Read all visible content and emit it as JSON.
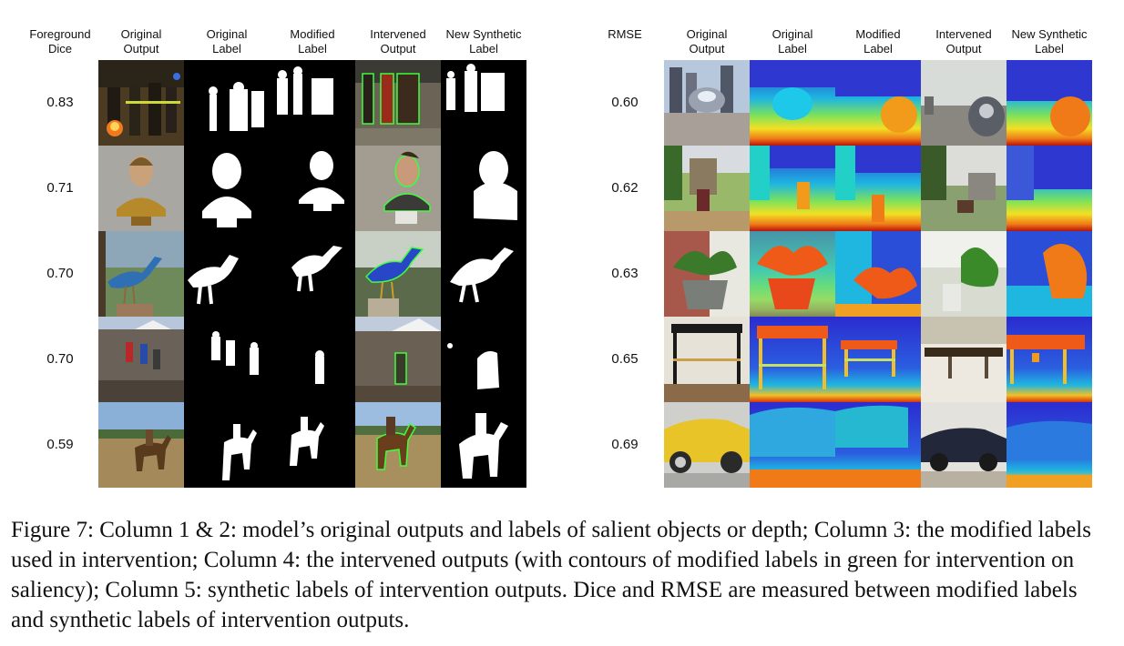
{
  "saliency_panel": {
    "metric_label": "Foreground\nDice",
    "columns": [
      "Original\nOutput",
      "Original\nLabel",
      "Modified\nLabel",
      "Intervened\nOutput",
      "New Synthetic\nLabel"
    ],
    "scores": [
      "0.83",
      "0.71",
      "0.70",
      "0.70",
      "0.59"
    ]
  },
  "depth_panel": {
    "metric_label": "RMSE",
    "columns": [
      "Original\nOutput",
      "Original\nLabel",
      "Modified\nLabel",
      "Intervened\nOutput",
      "New Synthetic\nLabel"
    ],
    "scores": [
      "0.60",
      "0.62",
      "0.63",
      "0.65",
      "0.69"
    ]
  },
  "caption": "Figure 7:  Column 1 & 2: model’s original outputs and labels of salient objects or depth; Column 3: the modified labels used in intervention; Column 4: the intervened outputs (with contours of modified labels in green for intervention on saliency); Column 5: synthetic labels of intervention outputs. Dice and RMSE are measured between modified labels and synthetic labels of intervention outputs."
}
